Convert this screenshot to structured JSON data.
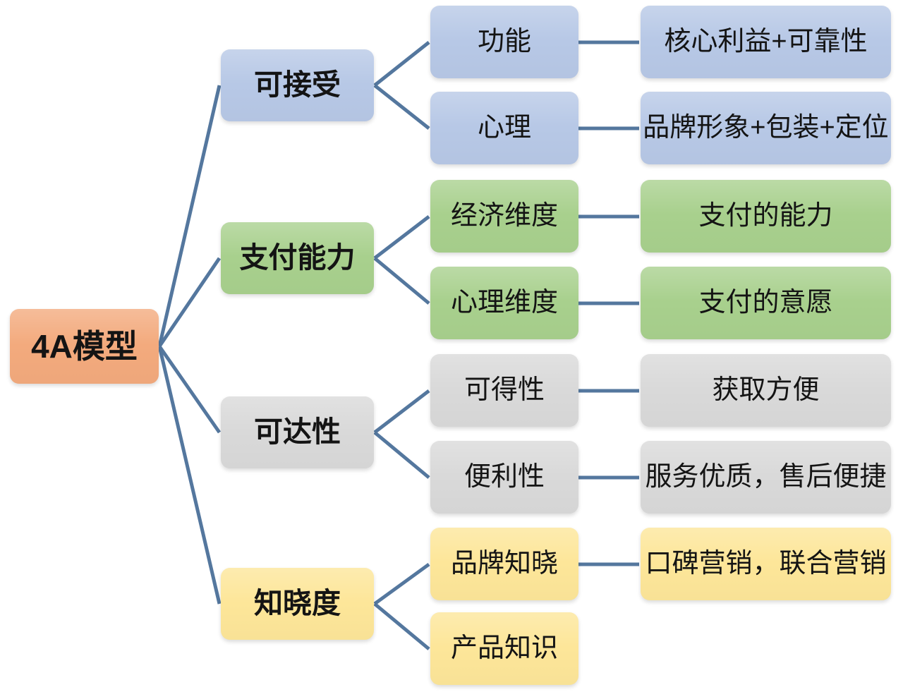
{
  "diagram_title": "4A模型",
  "connector_color": "#54779e",
  "root": {
    "label": "4A模型",
    "color": "#f3aa7d"
  },
  "branches": [
    {
      "label": "可接受",
      "color": "#b7c8e6",
      "children": [
        {
          "label": "功能",
          "detail": "核心利益+可靠性"
        },
        {
          "label": "心理",
          "detail": "品牌形象+包装+定位"
        }
      ]
    },
    {
      "label": "支付能力",
      "color": "#a8d08d",
      "children": [
        {
          "label": "经济维度",
          "detail": "支付的能力"
        },
        {
          "label": "心理维度",
          "detail": "支付的意愿"
        }
      ]
    },
    {
      "label": "可达性",
      "color": "#d9d9d9",
      "children": [
        {
          "label": "可得性",
          "detail": "获取方便"
        },
        {
          "label": "便利性",
          "detail": "服务优质，售后便捷"
        }
      ]
    },
    {
      "label": "知晓度",
      "color": "#fde699",
      "children": [
        {
          "label": "品牌知晓",
          "detail": "口碑营销，联合营销"
        },
        {
          "label": "产品知识",
          "detail": null
        }
      ]
    }
  ]
}
